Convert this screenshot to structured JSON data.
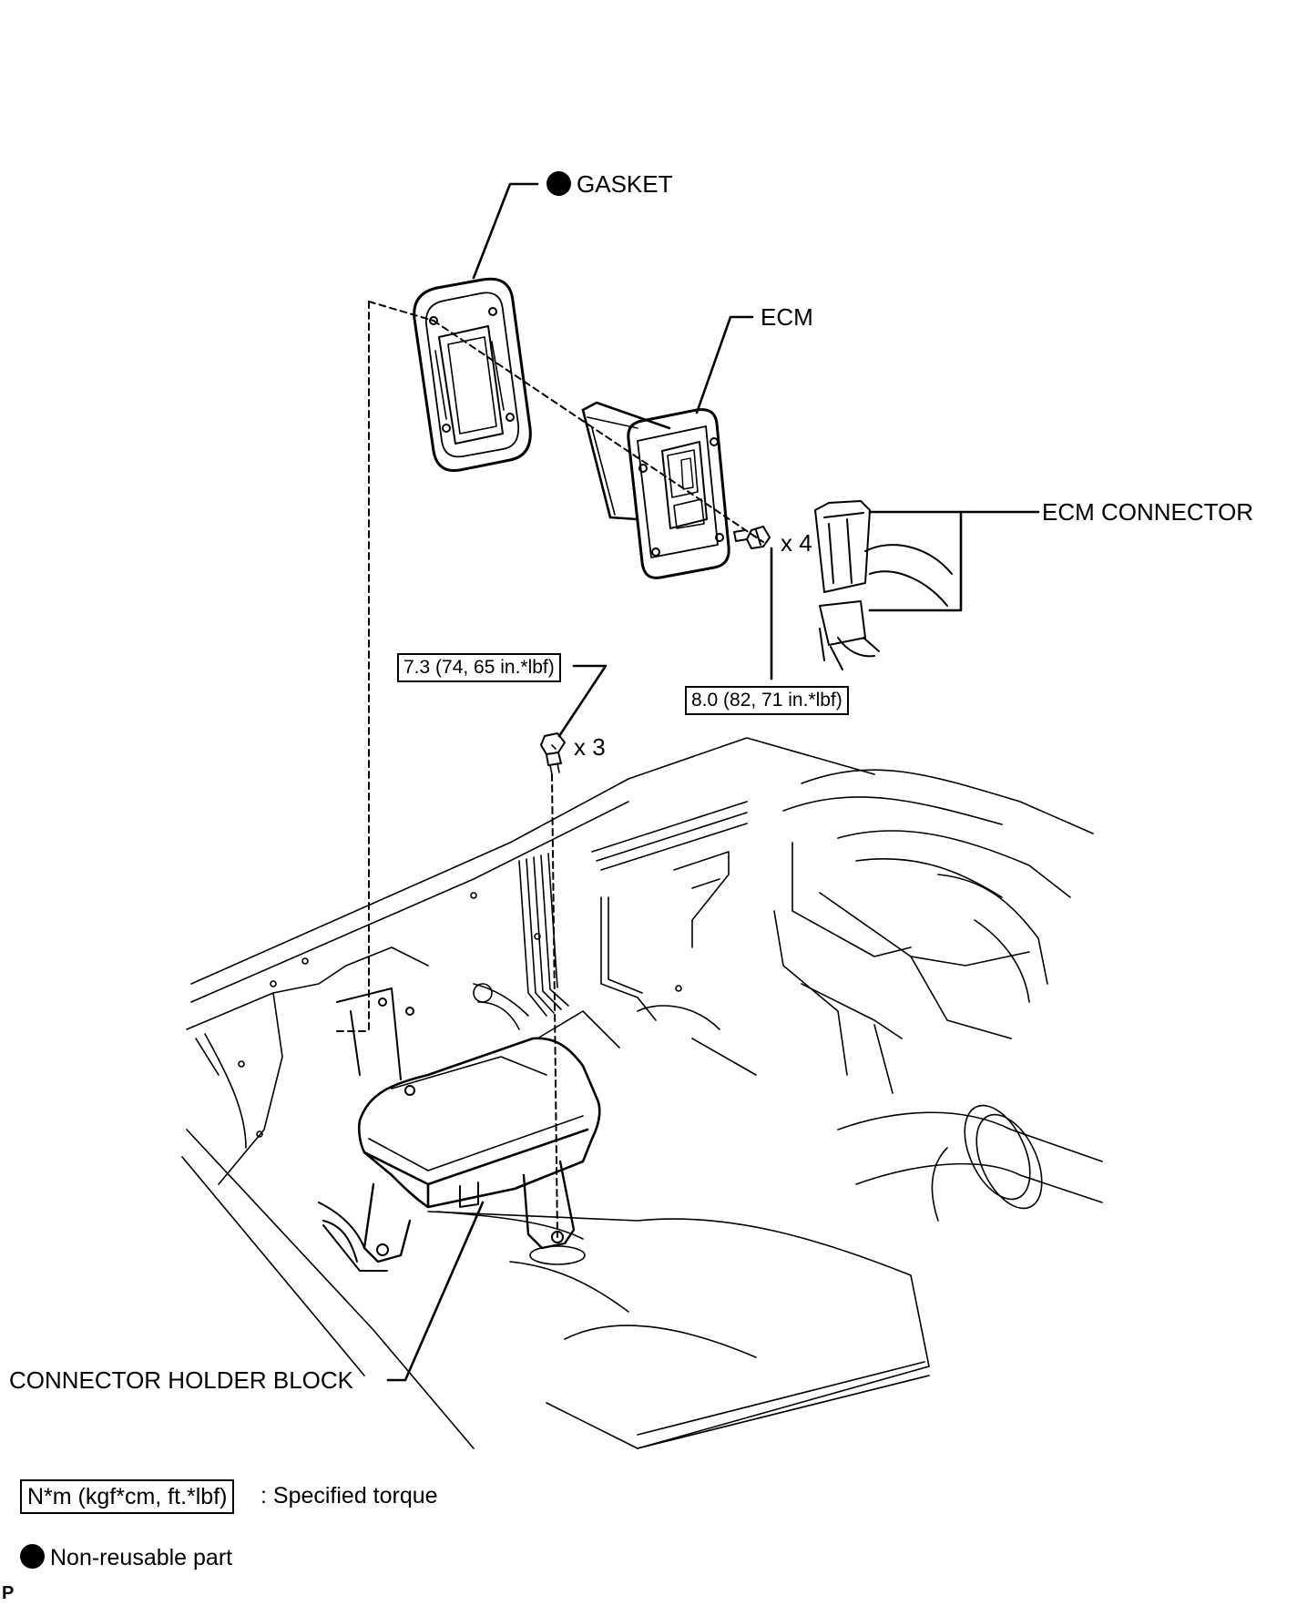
{
  "labels": {
    "gasket": "GASKET",
    "ecm": "ECM",
    "ecm_connector": "ECM CONNECTOR",
    "connector_holder_block": "CONNECTOR HOLDER BLOCK",
    "qty_ecm_bolts": "x 4",
    "qty_holder_bolts": "x 3"
  },
  "torque": {
    "holder_bolt": "7.3 (74, 65 in.*lbf)",
    "ecm_bolt": "8.0 (82, 71 in.*lbf)"
  },
  "legend": {
    "torque_symbol": "N*m (kgf*cm, ft.*lbf)",
    "torque_text": ": Specified torque",
    "nonreusable_text": "Non-reusable part"
  },
  "corner_mark": "P"
}
